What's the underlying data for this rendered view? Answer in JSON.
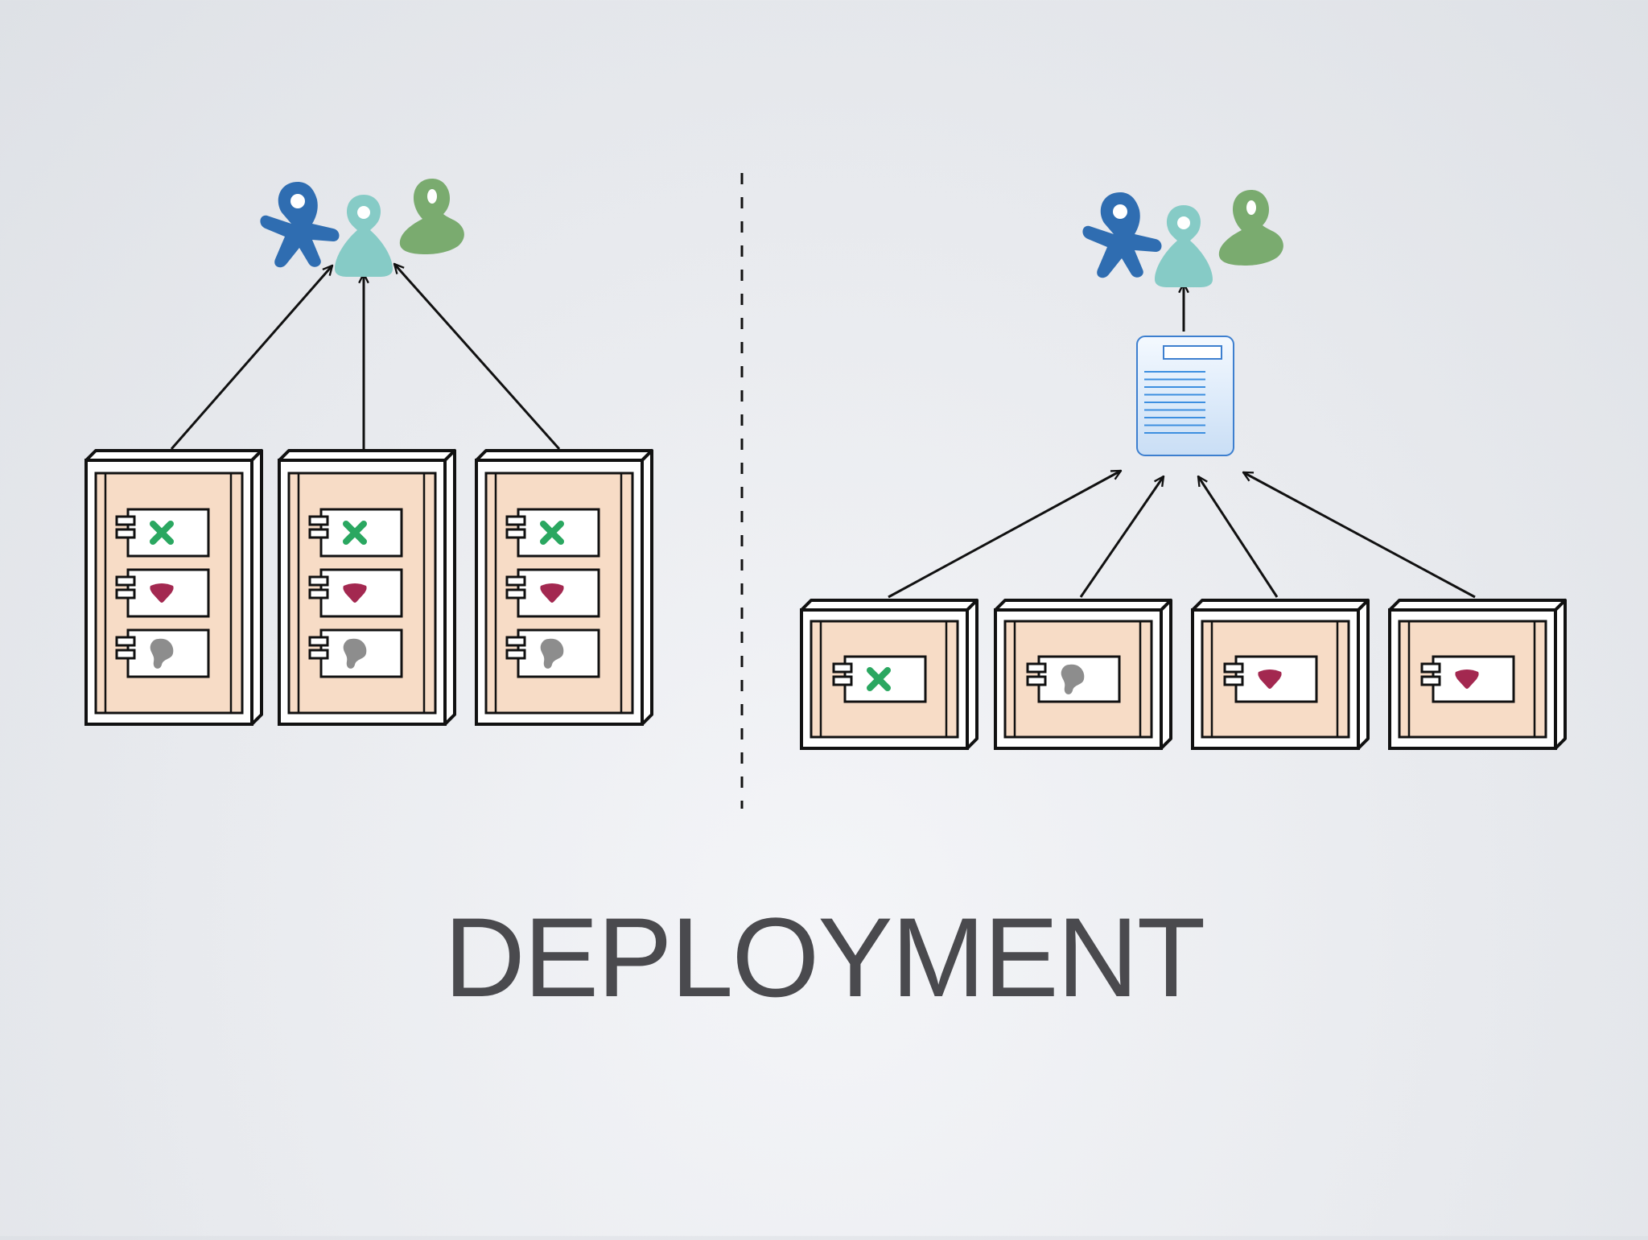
{
  "slide": {
    "title": "DEPLOYMENT",
    "divider": "dashed-vertical-line"
  },
  "left_diagram": {
    "users": [
      "user-icon-star",
      "user-icon-cone",
      "user-icon-drop"
    ],
    "servers": [
      {
        "components": [
          "x-component",
          "heart-component",
          "blob-component"
        ]
      },
      {
        "components": [
          "x-component",
          "heart-component",
          "blob-component"
        ]
      },
      {
        "components": [
          "x-component",
          "heart-component",
          "blob-component"
        ]
      }
    ]
  },
  "right_diagram": {
    "users": [
      "user-icon-star",
      "user-icon-cone",
      "user-icon-drop"
    ],
    "gateway": "document-icon",
    "servers": [
      {
        "components": [
          "x-component"
        ]
      },
      {
        "components": [
          "blob-component"
        ]
      },
      {
        "components": [
          "heart-component"
        ]
      },
      {
        "components": [
          "heart-component"
        ]
      }
    ]
  },
  "colors": {
    "user_blue": "#2f6db1",
    "user_teal": "#86cbc6",
    "user_green": "#7aab6f",
    "container_fill": "#f7dcc6",
    "x_green": "#2aa760",
    "heart_red": "#a32850",
    "blob_gray": "#8d8d8d",
    "doc_blue": "#dfeefc",
    "title": "#4a4a4e"
  }
}
